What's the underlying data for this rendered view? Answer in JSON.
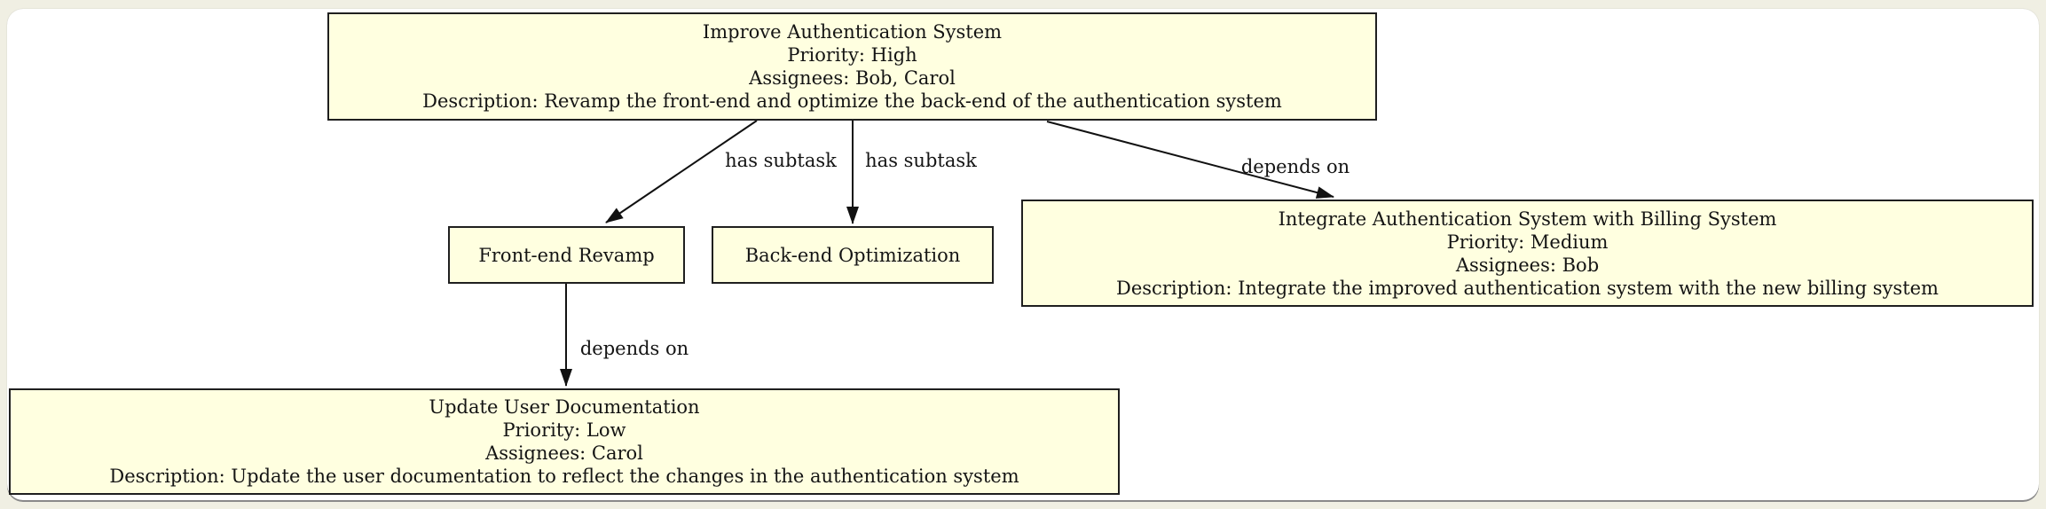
{
  "diagram": {
    "type": "task-dependency-graph",
    "colors": {
      "page_background": "#F0EFE3",
      "canvas_background": "#FFFFFF",
      "node_fill": "#FFFFE0",
      "node_border": "#1F1F1F",
      "edge_stroke": "#111111",
      "text": "#141414"
    },
    "nodes": {
      "root": {
        "lines": [
          "Improve Authentication System",
          "Priority: High",
          "Assignees: Bob, Carol",
          "Description: Revamp the front-end and optimize the back-end of the authentication system"
        ]
      },
      "frontend": {
        "lines": [
          "Front-end Revamp"
        ]
      },
      "backend": {
        "lines": [
          "Back-end Optimization"
        ]
      },
      "integrate": {
        "lines": [
          "Integrate Authentication System with Billing System",
          "Priority: Medium",
          "Assignees: Bob",
          "Description: Integrate the improved authentication system with the new billing system"
        ]
      },
      "update": {
        "lines": [
          "Update User Documentation",
          "Priority: Low",
          "Assignees: Carol",
          "Description: Update the user documentation to reflect the changes in the authentication system"
        ]
      }
    },
    "edges": [
      {
        "from": "root",
        "to": "frontend",
        "label": "has subtask"
      },
      {
        "from": "root",
        "to": "backend",
        "label": "has subtask"
      },
      {
        "from": "root",
        "to": "integrate",
        "label": "depends on"
      },
      {
        "from": "frontend",
        "to": "update",
        "label": "depends on"
      }
    ]
  }
}
